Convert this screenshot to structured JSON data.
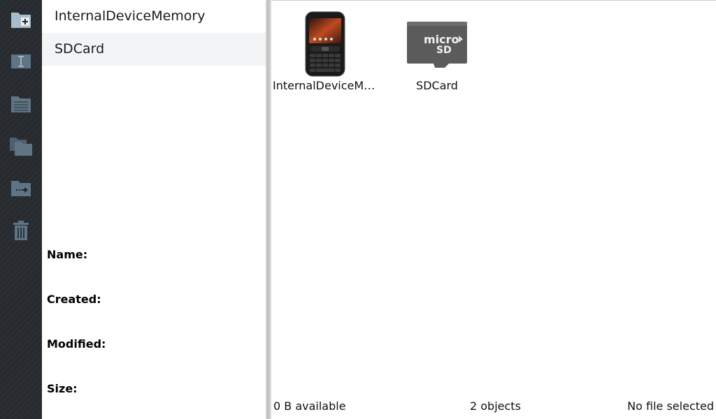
{
  "toolbar": {
    "tools": [
      {
        "name": "new-folder-icon"
      },
      {
        "name": "rename-icon"
      },
      {
        "name": "properties-icon"
      },
      {
        "name": "copy-icon"
      },
      {
        "name": "move-icon"
      },
      {
        "name": "delete-icon"
      }
    ]
  },
  "locations": [
    {
      "label": "InternalDeviceMemory"
    },
    {
      "label": "SDCard"
    }
  ],
  "properties": {
    "name_label": "Name:",
    "name_value": "",
    "created_label": "Created:",
    "created_value": "",
    "modified_label": "Modified:",
    "modified_value": "",
    "size_label": "Size:",
    "size_value": ""
  },
  "items": [
    {
      "label": "InternalDeviceMemory",
      "icon": "blackberry-phone-icon"
    },
    {
      "label": "SDCard",
      "icon": "microsd-card-icon"
    }
  ],
  "status": {
    "available": "0 B available",
    "count": "2 objects",
    "selection": "No file selected"
  },
  "colors": {
    "toolbar_bg": "#2b2f33",
    "icon_fill": "#5f7485",
    "selected_row": "#f2f4f5"
  }
}
